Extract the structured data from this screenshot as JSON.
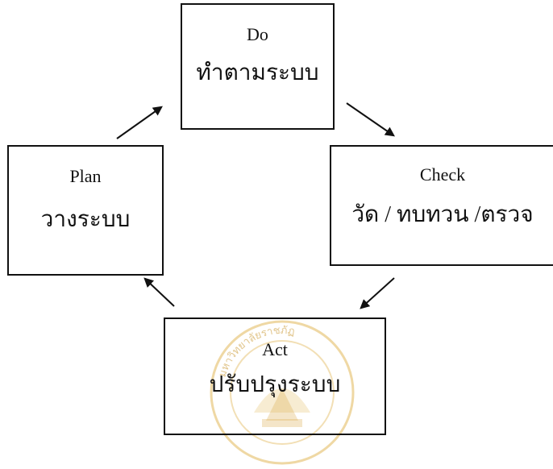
{
  "diagram": {
    "nodes": {
      "do": {
        "title": "Do",
        "subtitle": "ทำตามระบบ"
      },
      "check": {
        "title": "Check",
        "subtitle": "วัด / ทบทวน /ตรวจ"
      },
      "act": {
        "title": "Act",
        "subtitle": "ปรับปรุงระบบ"
      },
      "plan": {
        "title": "Plan",
        "subtitle": "วางระบบ"
      }
    },
    "edges": [
      {
        "from": "plan",
        "to": "do"
      },
      {
        "from": "do",
        "to": "check"
      },
      {
        "from": "check",
        "to": "act"
      },
      {
        "from": "act",
        "to": "plan"
      }
    ],
    "colors": {
      "line": "#111111",
      "watermark": "#e2b85a"
    },
    "watermark_text": "มหาวิทยาลัยราชภัฏ"
  }
}
